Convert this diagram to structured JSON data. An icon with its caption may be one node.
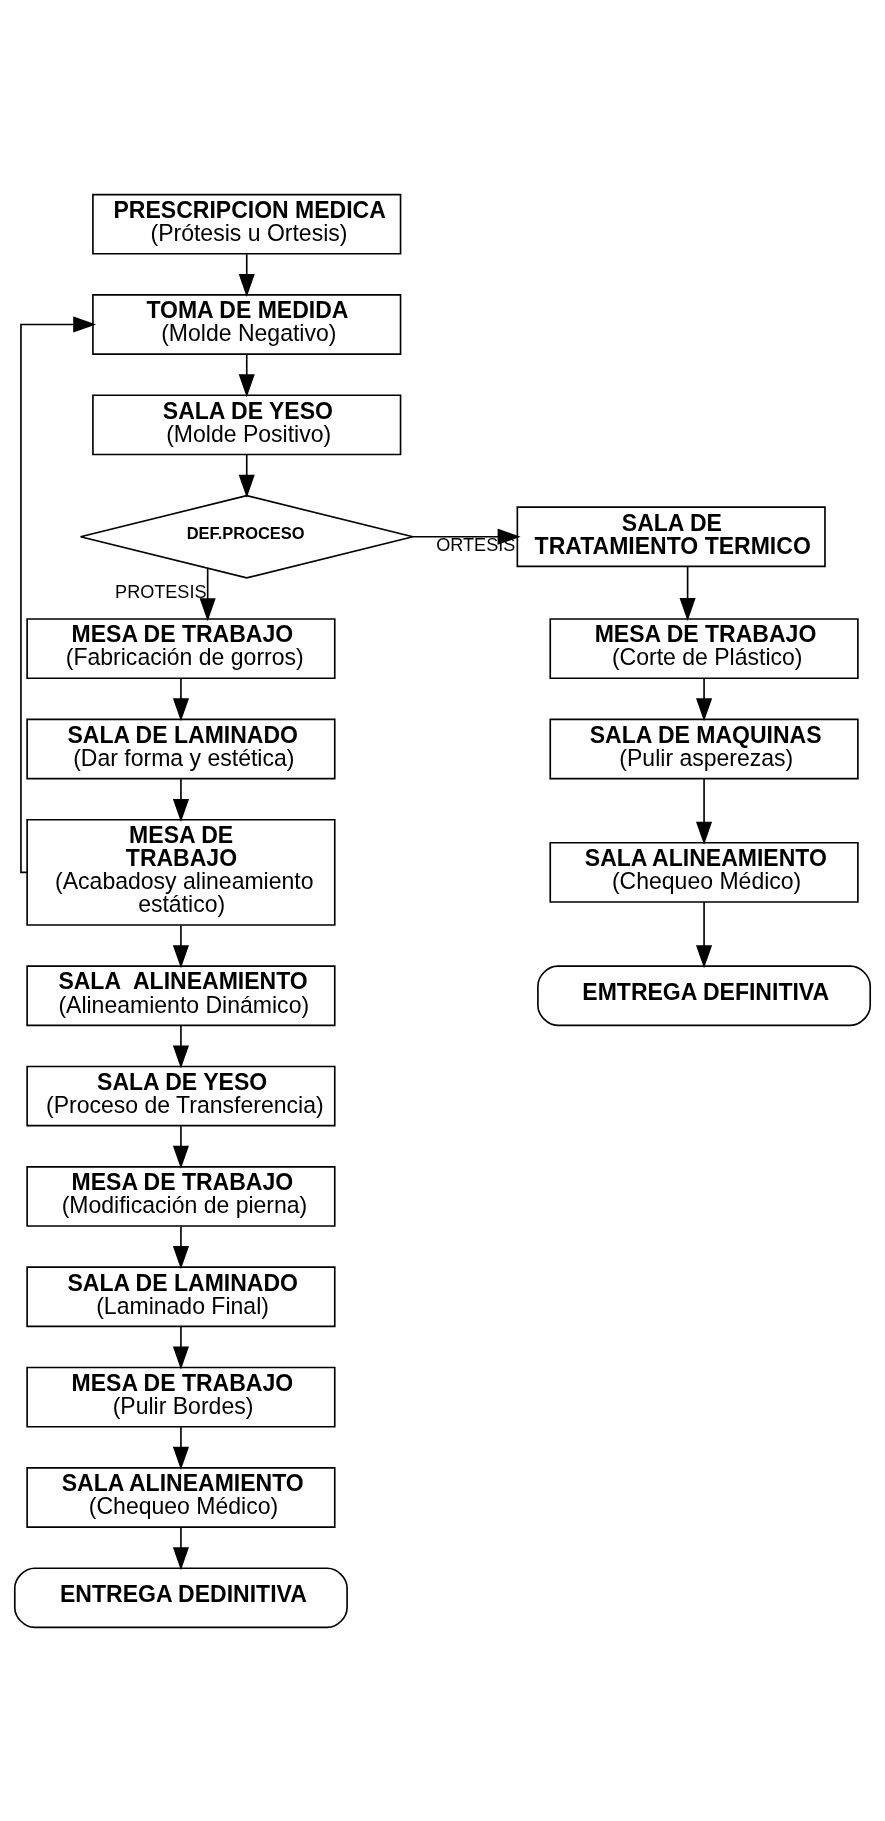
{
  "diagram": {
    "nodes": [
      {
        "text": [
          "PRESCRIPCION MEDICA",
          "(Prótesis u Ortesis)"
        ]
      },
      {
        "text": [
          "TOMA DE MEDIDA",
          "(Molde Negativo)"
        ]
      },
      {
        "text": [
          "SALA DE YESO",
          "(Molde Positivo)"
        ]
      },
      {
        "text": [
          "DEF.PROCESO"
        ]
      },
      {
        "text": [
          "MESA DE TRABAJO",
          "(Fabricación de gorros)"
        ]
      },
      {
        "text": [
          "SALA DE LAMINADO",
          "(Dar forma y estética)"
        ]
      },
      {
        "text": [
          "MESA DE TRABAJO",
          "(Acabadosy alineamiento estático)"
        ]
      },
      {
        "text": [
          "SALA  ALINEAMIENTO",
          "(Alineamiento Dinámico)"
        ]
      },
      {
        "text": [
          "SALA DE YESO",
          "(Proceso de Transferencia)"
        ]
      },
      {
        "text": [
          "MESA DE TRABAJO",
          "(Modificación de pierna)"
        ]
      },
      {
        "text": [
          "SALA DE LAMINADO",
          "(Laminado Final)"
        ]
      },
      {
        "text": [
          "MESA DE TRABAJO",
          "(Pulir Bordes)"
        ]
      },
      {
        "text": [
          "SALA ALINEAMIENTO",
          "(Chequeo Médico)"
        ]
      },
      {
        "text": [
          "ENTREGA DEDINITIVA"
        ]
      },
      {
        "text": [
          "SALA DE TRATAMIENTO TERMICO"
        ]
      },
      {
        "text": [
          "MESA DE TRABAJO",
          "(Corte de Plástico)"
        ]
      },
      {
        "text": [
          "SALA DE MAQUINAS",
          "(Pulir asperezas)"
        ]
      },
      {
        "text": [
          "SALA ALINEAMIENTO",
          "(Chequeo Médico)"
        ]
      },
      {
        "text": [
          "EMTREGA DEFINITIVA"
        ]
      }
    ],
    "edges": [
      {
        "from": 0,
        "to": 1,
        "arrow": "to"
      },
      {
        "from": 1,
        "to": 2,
        "arrow": "to"
      },
      {
        "from": 2,
        "to": 3,
        "arrow": "to"
      },
      {
        "from": 3,
        "to": 4,
        "arrow": "to",
        "label": "PROTESIS"
      },
      {
        "from": 4,
        "to": 5,
        "arrow": "to"
      },
      {
        "from": 5,
        "to": 6,
        "arrow": "to"
      },
      {
        "from": 6,
        "to": 1,
        "arrow": "to"
      },
      {
        "from": 6,
        "to": 7,
        "arrow": "to"
      },
      {
        "from": 7,
        "to": 8,
        "arrow": "to"
      },
      {
        "from": 8,
        "to": 9,
        "arrow": "to"
      },
      {
        "from": 9,
        "to": 10,
        "arrow": "to"
      },
      {
        "from": 10,
        "to": 11,
        "arrow": "to"
      },
      {
        "from": 11,
        "to": 12,
        "arrow": "to"
      },
      {
        "from": 12,
        "to": 13,
        "arrow": "to"
      },
      {
        "from": 3,
        "to": 14,
        "arrow": "to",
        "label": "ORTESIS"
      },
      {
        "from": 14,
        "to": 15,
        "arrow": "to"
      },
      {
        "from": 15,
        "to": 16,
        "arrow": "to"
      },
      {
        "from": 16,
        "to": 17,
        "arrow": "to"
      },
      {
        "from": 17,
        "to": 18,
        "arrow": "to"
      }
    ]
  }
}
